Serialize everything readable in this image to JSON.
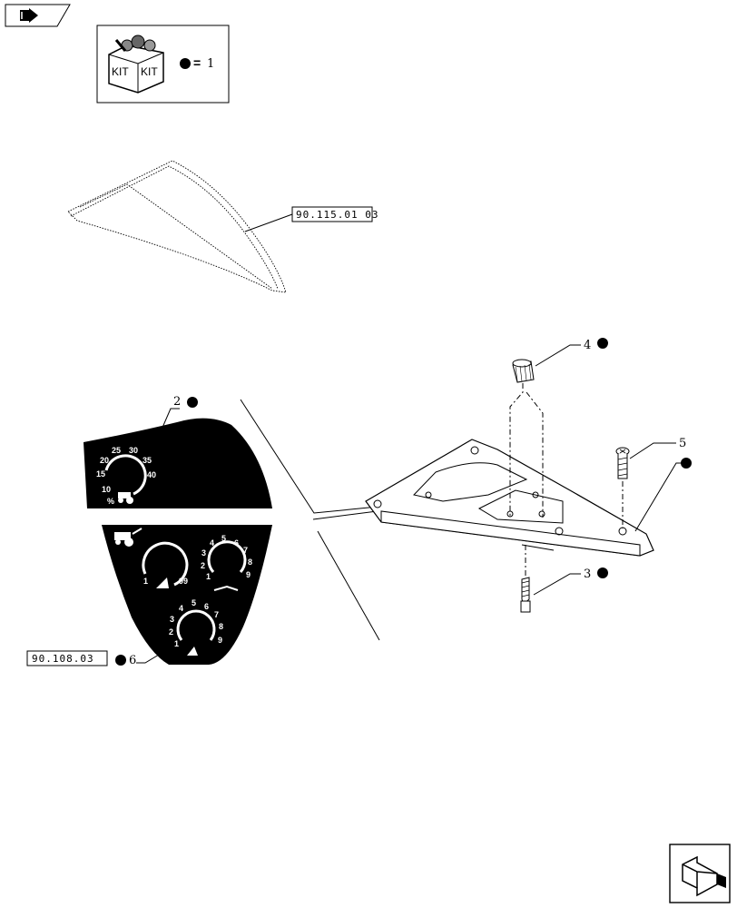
{
  "kit": {
    "label_left": "KIT",
    "label_right": "KIT",
    "equals": "=",
    "quantity": "1"
  },
  "references": {
    "top": "90.115.01 03",
    "bottom": "90.108.03"
  },
  "callouts": {
    "c2": "2",
    "c3": "3",
    "c4": "4",
    "c5": "5",
    "c6": "6"
  },
  "decal_upper": {
    "scale": [
      "10",
      "15",
      "20",
      "25",
      "30",
      "35",
      "40"
    ],
    "unit": "%"
  },
  "decal_lower": {
    "left_dial": {
      "min": "1",
      "max": "99"
    },
    "right_dial": [
      "1",
      "2",
      "3",
      "4",
      "5",
      "6",
      "7",
      "8",
      "9"
    ],
    "bottom_dial": [
      "1",
      "2",
      "3",
      "4",
      "5",
      "6",
      "7",
      "8",
      "9"
    ]
  },
  "colors": {
    "ink": "#000000",
    "paper": "#ffffff"
  },
  "icons": [
    "nav-arrow-icon",
    "kit-box-icon",
    "bullet-icon",
    "navigation-arrow-icon"
  ]
}
